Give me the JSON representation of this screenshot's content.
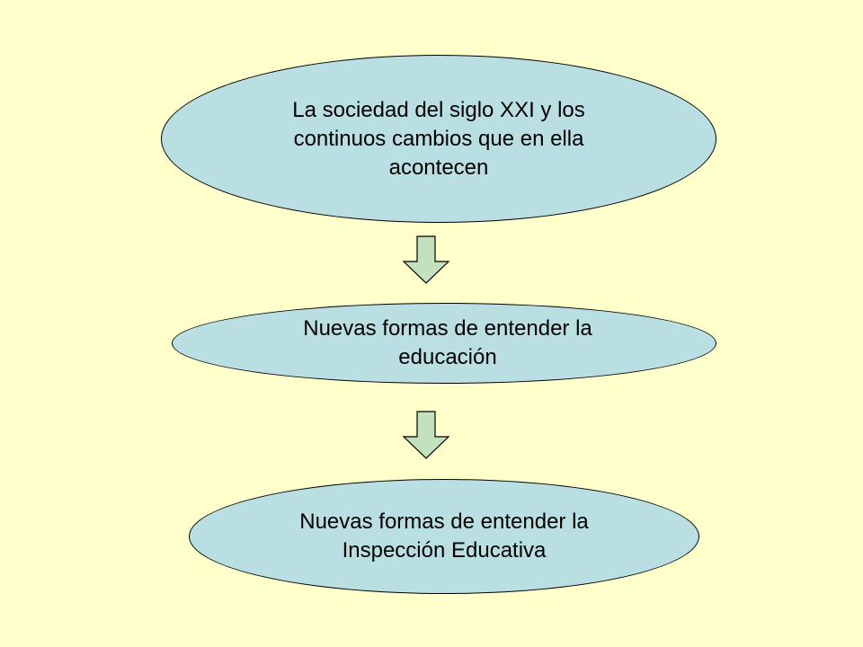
{
  "diagram": {
    "nodes": [
      {
        "text": "La sociedad del siglo XXI y los continuos cambios que en ella acontecen"
      },
      {
        "text": "Nuevas formas de entender la educación"
      },
      {
        "text": "Nuevas formas de entender la Inspección Educativa"
      }
    ],
    "colors": {
      "background": "#ffffcc",
      "node_fill": "#b9dfe3",
      "arrow_fill": "#c3e1bd",
      "outline": "#000000"
    }
  }
}
